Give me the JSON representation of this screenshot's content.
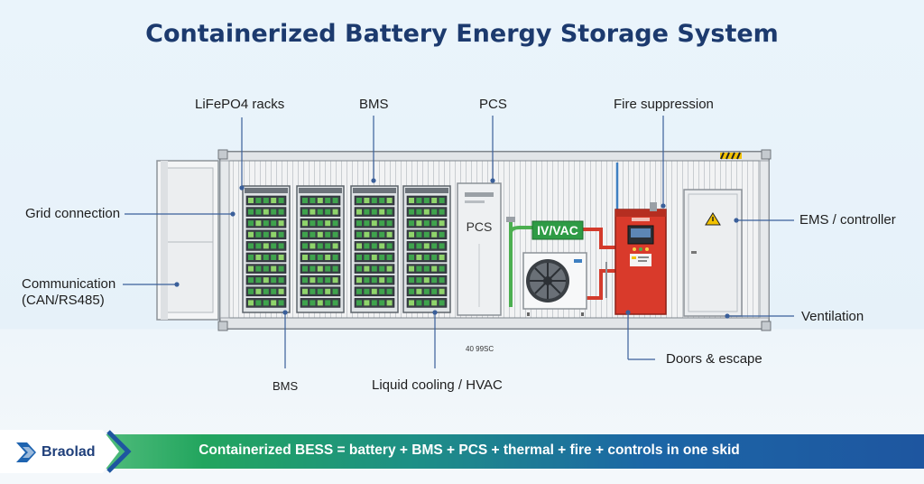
{
  "title": "Containerized Battery Energy Storage System",
  "labels": {
    "lifepo4": "LiFePO4 racks",
    "bms_top": "BMS",
    "pcs_top": "PCS",
    "fire": "Fire suppression",
    "grid": "Grid connection",
    "comm_line1": "Communication",
    "comm_line2": "(CAN/RS485)",
    "ems": "EMS / controller",
    "ventilation": "Ventilation",
    "doors": "Doors & escape",
    "bms_bottom": "BMS",
    "liquid": "Liquid cooling / HVAC",
    "dims": "40 99SC"
  },
  "equipment": {
    "pcs_cabinet_label": "PCS",
    "hvac_sign": "IV/VAC"
  },
  "footer": {
    "brand": "Braolad",
    "tagline": "Containerized BESS = battery + BMS + PCS + thermal + fire + controls in one skid"
  },
  "colors": {
    "title": "#1c3a6e",
    "leader": "#3a5f9a",
    "fire_cabinet": "#d93a2b",
    "hvac_sign": "#2e9b45",
    "pipe_green": "#4caf50",
    "pipe_red": "#d33b2c",
    "footer_green": "#22a55e",
    "footer_blue": "#1e56a0"
  },
  "icons": [
    "warning-icon",
    "fan-icon",
    "brand-arrow-icon"
  ]
}
